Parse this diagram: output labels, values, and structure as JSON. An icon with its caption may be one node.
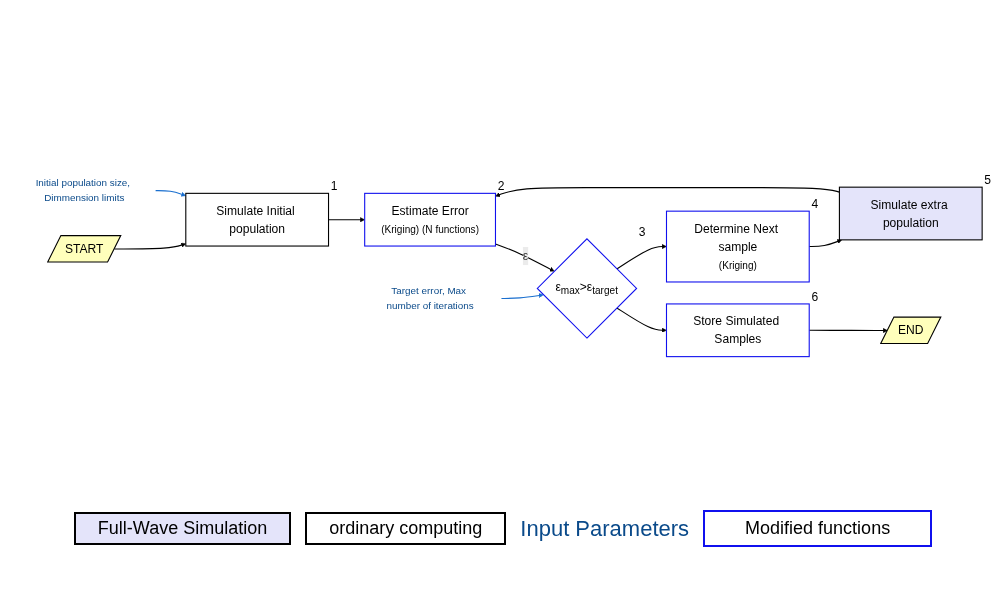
{
  "diagram": {
    "nodes": [
      {
        "text": [
          "START"
        ]
      },
      {
        "text": [
          "Simulate Initial population"
        ],
        "beside": [
          "1"
        ]
      },
      {
        "text": [
          "Estimate Error",
          "(Kriging) (N functions)"
        ],
        "beside": [
          "2"
        ]
      },
      {
        "text": [
          "ε$_{max}$>ε$_{target}$"
        ],
        "beside": [
          "3"
        ]
      },
      {
        "text": [
          "Determine Next sample",
          "(Kriging)"
        ],
        "beside": [
          "4"
        ]
      },
      {
        "text": [
          "Simulate extra population"
        ],
        "beside": [
          "5"
        ]
      },
      {
        "text": [
          "Store Simulated Samples"
        ],
        "beside": [
          "6"
        ]
      },
      {
        "text": [
          "END"
        ]
      },
      {
        "text": [
          "Target error, Max number of iterations"
        ]
      },
      {
        "text": [
          "Initial population size, Dimmension limits"
        ]
      }
    ],
    "edges": [
      {
        "from": 0,
        "to": 1,
        "arrow": "to"
      },
      {
        "from": 1,
        "to": 2,
        "arrow": "to"
      },
      {
        "from": 2,
        "to": 3,
        "arrow": "to",
        "label": "ε"
      },
      {
        "from": 3,
        "to": 6,
        "arrow": "to"
      },
      {
        "from": 3,
        "to": 4,
        "arrow": "to"
      },
      {
        "from": 4,
        "to": 5,
        "arrow": "to"
      },
      {
        "from": 5,
        "to": 2,
        "arrow": "to"
      },
      {
        "from": 6,
        "to": 7,
        "arrow": "to"
      },
      {
        "from": 8,
        "to": 3,
        "arrow": "to",
        "color": "#1a6fcf"
      },
      {
        "from": 9,
        "to": 1,
        "arrow": "to",
        "color": "#1a6fcf"
      }
    ],
    "legend": [
      {
        "text": "Full-Wave Simulation",
        "color": "#e4e4fa"
      },
      {
        "text": "ordinary computing",
        "color": "#ffffff"
      },
      {
        "text": "Input Parameters"
      },
      {
        "text": "Modified functions"
      }
    ]
  }
}
